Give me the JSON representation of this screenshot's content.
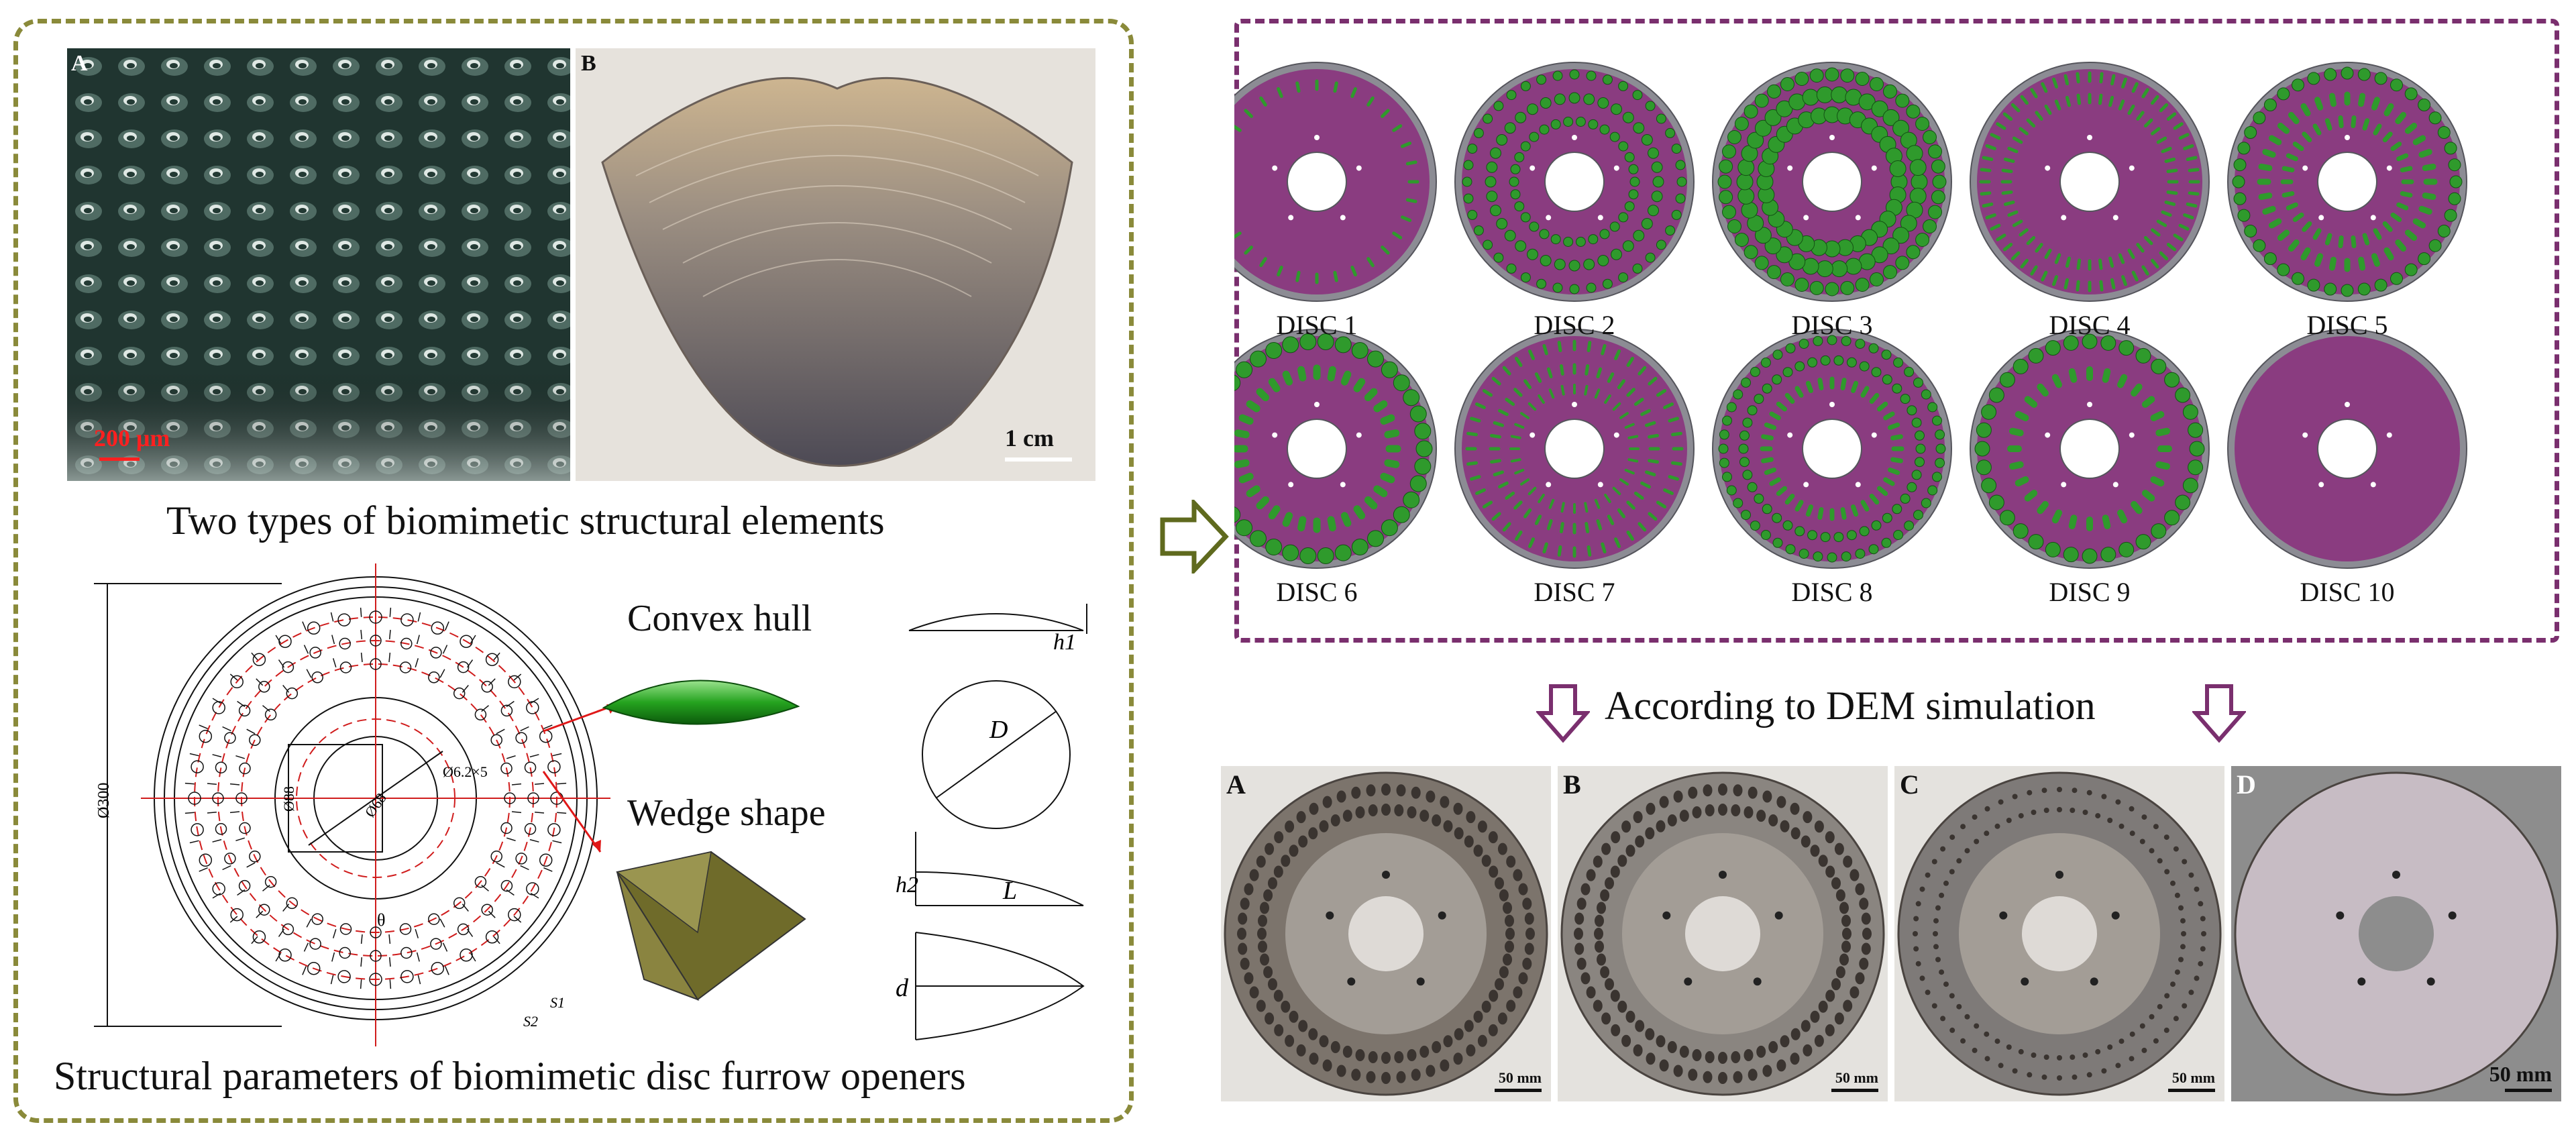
{
  "left_panel": {
    "photo_a": {
      "letter": "A",
      "scale": "200 μm"
    },
    "photo_b": {
      "letter": "B",
      "scale": "1 cm"
    },
    "caption_top": "Two types of biomimetic structural elements",
    "caption_bottom": "Structural parameters of biomimetic disc furrow openers",
    "drawing": {
      "dim_outer": "Ø300",
      "dim_hub": "Ø88",
      "dim_bore": "Ø68",
      "dim_holes": "Ø6.2×5",
      "theta": "θ",
      "s1": "S1",
      "s2": "S2"
    },
    "element_convex": "Convex hull",
    "element_wedge": "Wedge shape",
    "params": {
      "h1": "h1",
      "D": "D",
      "h2": "h2",
      "L": "L",
      "d": "d"
    }
  },
  "discs": [
    {
      "label": "DISC 1"
    },
    {
      "label": "DISC 2"
    },
    {
      "label": "DISC 3"
    },
    {
      "label": "DISC 4"
    },
    {
      "label": "DISC 5"
    },
    {
      "label": "DISC 6"
    },
    {
      "label": "DISC 7"
    },
    {
      "label": "DISC 8"
    },
    {
      "label": "DISC 9"
    },
    {
      "label": "DISC 10"
    }
  ],
  "dem_caption": "According to DEM simulation",
  "photos_bottom": [
    {
      "letter": "A",
      "scale": "50 mm"
    },
    {
      "letter": "B",
      "scale": "50 mm"
    },
    {
      "letter": "C",
      "scale": "50 mm"
    },
    {
      "letter": "D",
      "scale": "50 mm"
    }
  ],
  "colors": {
    "disc_face": "#8a3c80",
    "disc_rim": "#8c8c94",
    "bump_green": "#2f9a2c",
    "olive": "#8a8a3a",
    "purple_frame": "#7a2f6e"
  }
}
